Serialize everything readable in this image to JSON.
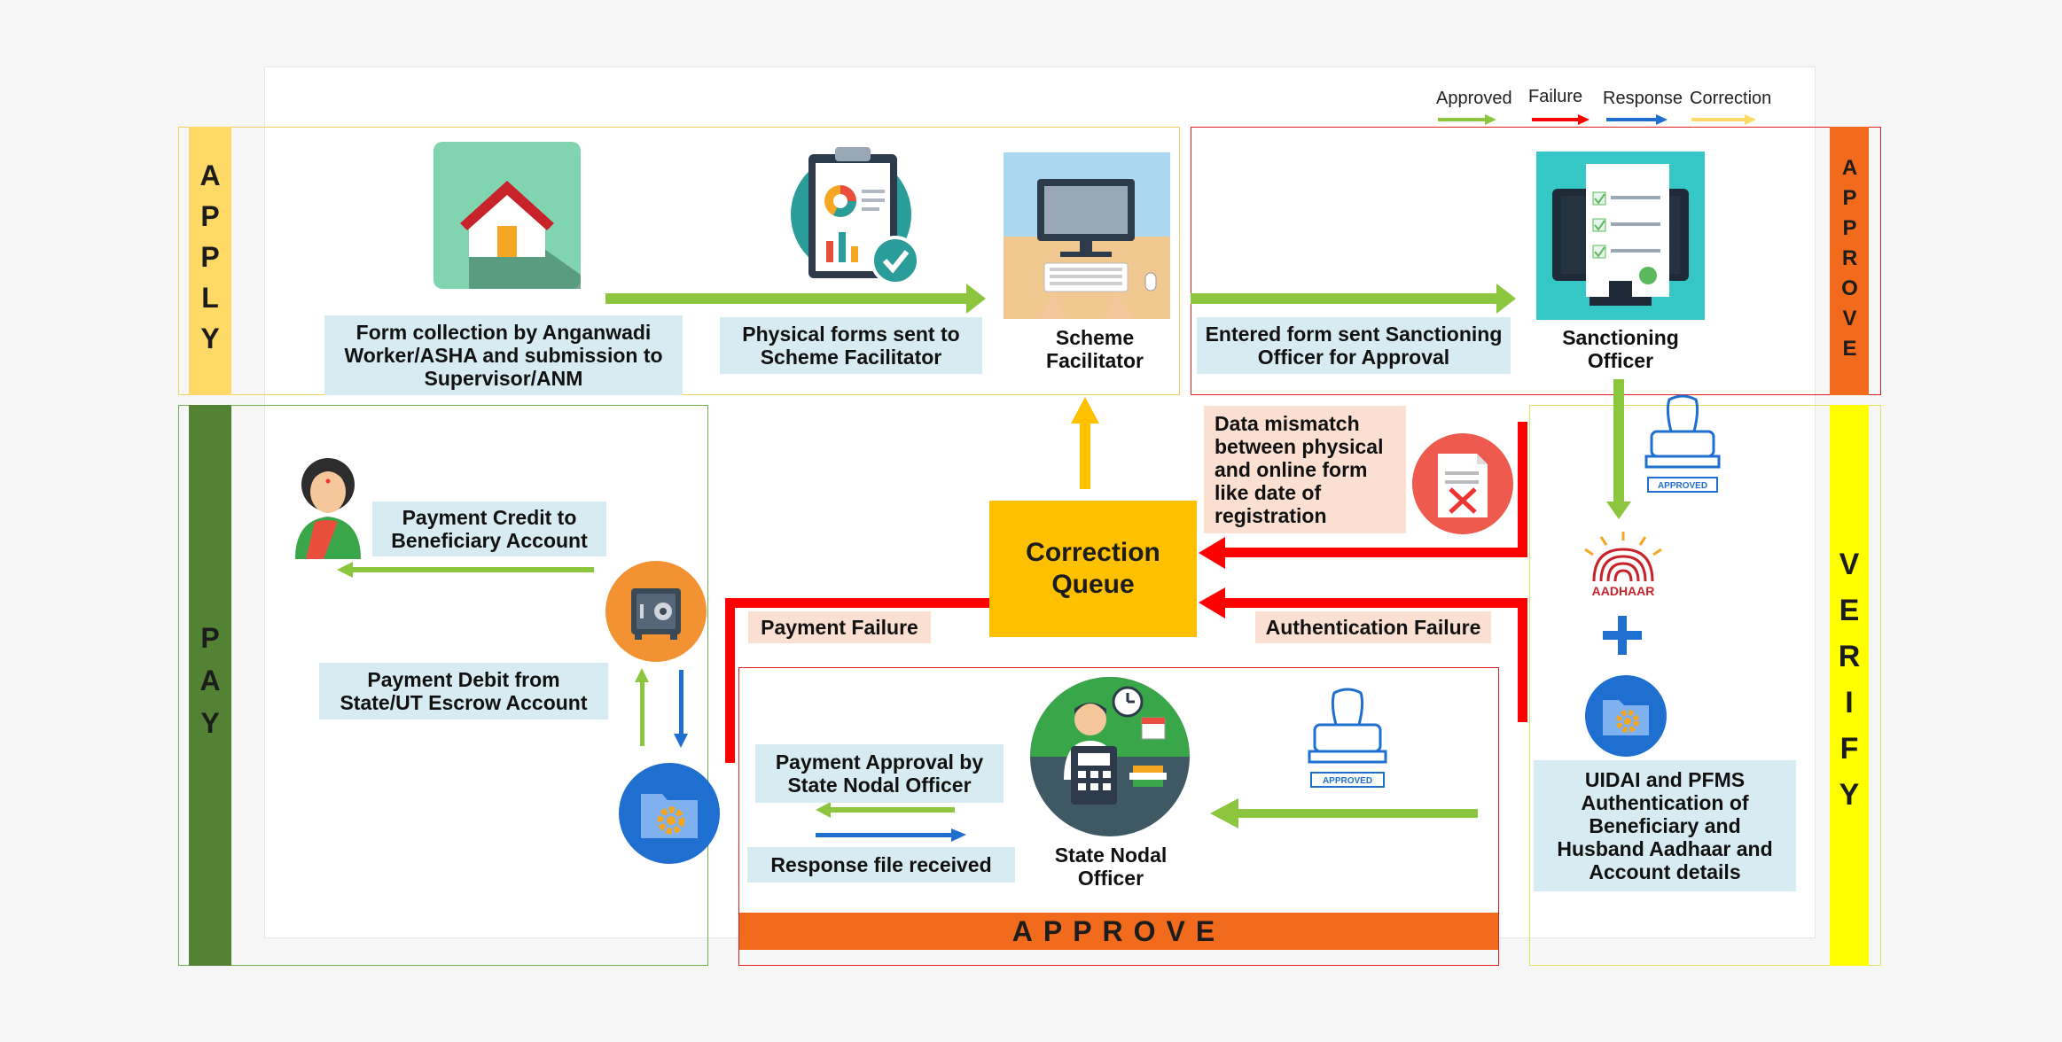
{
  "legend": {
    "items": [
      {
        "label": "Approved",
        "color": "#8cc63f"
      },
      {
        "label": "Failure",
        "color": "#ff0000"
      },
      {
        "label": "Response",
        "color": "#1f6fd1"
      },
      {
        "label": "Correction",
        "color": "#ffd966"
      }
    ]
  },
  "phases": {
    "apply": "APPLY",
    "approve_top": "APPROVE",
    "pay": "PAY",
    "verify": "VERIFY",
    "approve_bottom": "APPROVE"
  },
  "colors": {
    "approved": "#8cc63f",
    "failure": "#ff0000",
    "response": "#1f6fd1",
    "correction": "#ffc000",
    "apply_bar": "#ffd966",
    "approve_bar": "#f26b1d",
    "pay_bar": "#548235",
    "verify_bar": "#ffff00",
    "label_bg": "#d7ebf3",
    "peach_bg": "#fbdfd1"
  },
  "nodes": {
    "form_collection": "Form collection by Anganwadi\nWorker/ASHA and submission to\nSupervisor/ANM",
    "physical_forms": "Physical forms sent to\nScheme Facilitator",
    "scheme_facilitator": "Scheme\nFacilitator",
    "entered_form": "Entered form sent Sanctioning\nOfficer for Approval",
    "sanctioning_officer": "Sanctioning\nOfficer",
    "data_mismatch": "Data mismatch\nbetween physical\nand online form\nlike date of\nregistration",
    "correction_queue": "Correction\nQueue",
    "payment_failure": "Payment Failure",
    "authentication_failure": "Authentication Failure",
    "payment_credit": "Payment Credit to\nBeneficiary Account",
    "payment_debit": "Payment Debit from\nState/UT Escrow Account",
    "payment_approval": "Payment Approval by\nState Nodal Officer",
    "response_file": "Response file received",
    "state_nodal_officer": "State Nodal\nOfficer",
    "uidai_auth": "UIDAI and PFMS\nAuthentication of\nBeneficiary and\nHusband Aadhaar and\nAccount details",
    "aadhaar_logo": "AADHAAR",
    "stamp_text": "APPROVED"
  }
}
